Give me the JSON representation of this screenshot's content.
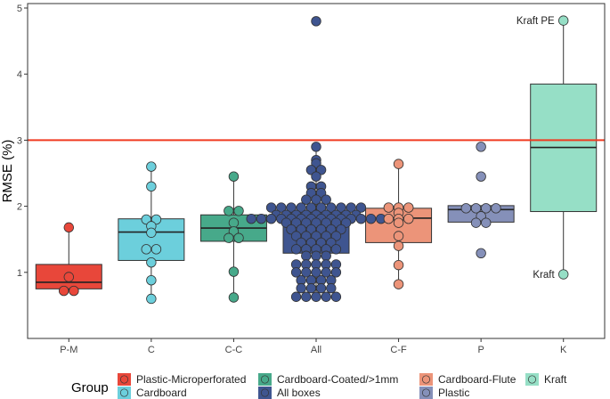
{
  "chart_data": {
    "type": "boxplot",
    "ylabel": "RMSE (%)",
    "ylim": [
      0,
      5
    ],
    "yticks": [
      1,
      2,
      3,
      4,
      5
    ],
    "reference_line": {
      "y": 3.0,
      "color": "#f03b20"
    },
    "legend": {
      "title": "Group",
      "position": "bottom",
      "entries": [
        {
          "label": "Plastic-Microperforated",
          "color": "#e8473a"
        },
        {
          "label": "Cardboard",
          "color": "#6ccfdc"
        },
        {
          "label": "Cardboard-Coated/>1mm",
          "color": "#47a98a"
        },
        {
          "label": "All boxes",
          "color": "#3f5590"
        },
        {
          "label": "Cardboard-Flute",
          "color": "#ec9479"
        },
        {
          "label": "Plastic",
          "color": "#8590b9"
        },
        {
          "label": "Kraft",
          "color": "#96dfc6"
        }
      ]
    },
    "groups": [
      {
        "label": "P-M",
        "color": "#e8473a",
        "box": {
          "q1": 0.75,
          "median": 0.85,
          "q3": 1.12,
          "whisker_low": 0.72,
          "whisker_high": 1.68
        },
        "points": [
          1.68,
          0.93,
          0.72,
          0.72
        ]
      },
      {
        "label": "C",
        "color": "#6ccfdc",
        "box": {
          "q1": 1.18,
          "median": 1.61,
          "q3": 1.81,
          "whisker_low": 0.6,
          "whisker_high": 2.6
        },
        "points": [
          2.6,
          2.3,
          1.8,
          1.8,
          1.7,
          1.6,
          1.35,
          1.35,
          1.15,
          0.88,
          0.6
        ]
      },
      {
        "label": "C-C",
        "color": "#47a98a",
        "box": {
          "q1": 1.47,
          "median": 1.67,
          "q3": 1.87,
          "whisker_low": 0.62,
          "whisker_high": 2.45
        },
        "points": [
          2.45,
          1.93,
          1.93,
          1.75,
          1.62,
          1.52,
          1.52,
          1.01,
          0.62
        ]
      },
      {
        "label": "All",
        "color": "#3f5590",
        "box": {
          "q1": 1.29,
          "median": 1.76,
          "q3": 1.92,
          "whisker_low": 0.63,
          "whisker_high": 2.9
        },
        "points": [
          4.8,
          2.9,
          2.7,
          2.65,
          2.55,
          2.55,
          2.45,
          2.3,
          2.3,
          2.2,
          2.2,
          2.1,
          2.1,
          2.1,
          1.98,
          1.98,
          1.98,
          1.98,
          1.98,
          1.98,
          1.98,
          1.98,
          1.98,
          1.98,
          1.87,
          1.87,
          1.87,
          1.87,
          1.87,
          1.87,
          1.87,
          1.87,
          1.87,
          1.81,
          1.81,
          1.81,
          1.81,
          1.81,
          1.81,
          1.81,
          1.81,
          1.81,
          1.81,
          1.81,
          1.81,
          1.81,
          1.81,
          1.75,
          1.75,
          1.75,
          1.75,
          1.75,
          1.75,
          1.75,
          1.65,
          1.65,
          1.65,
          1.65,
          1.65,
          1.65,
          1.55,
          1.55,
          1.55,
          1.55,
          1.55,
          1.45,
          1.45,
          1.45,
          1.45,
          1.35,
          1.35,
          1.35,
          1.35,
          1.35,
          1.25,
          1.25,
          1.25,
          1.12,
          1.12,
          1.12,
          1.12,
          1.12,
          1.0,
          1.0,
          1.0,
          1.0,
          1.0,
          0.88,
          0.88,
          0.88,
          0.88,
          0.76,
          0.76,
          0.76,
          0.76,
          0.63,
          0.63,
          0.63,
          0.63,
          0.63
        ]
      },
      {
        "label": "C-F",
        "color": "#ec9479",
        "box": {
          "q1": 1.45,
          "median": 1.82,
          "q3": 1.97,
          "whisker_low": 0.82,
          "whisker_high": 2.64
        },
        "points": [
          2.64,
          1.98,
          1.98,
          1.98,
          1.9,
          1.81,
          1.81,
          1.81,
          1.75,
          1.55,
          1.4,
          1.11,
          0.82
        ]
      },
      {
        "label": "P",
        "color": "#8590b9",
        "box": {
          "q1": 1.76,
          "median": 1.95,
          "q3": 2.01,
          "whisker_low": 1.74,
          "whisker_high": 2.01
        },
        "points": [
          2.9,
          2.45,
          1.97,
          1.97,
          1.97,
          1.97,
          1.85,
          1.75,
          1.75,
          1.29
        ]
      },
      {
        "label": "K",
        "color": "#96dfc6",
        "box": {
          "q1": 1.92,
          "median": 2.89,
          "q3": 3.85,
          "whisker_low": 0.97,
          "whisker_high": 4.81
        },
        "points": [
          4.81,
          0.97
        ],
        "annotations": [
          {
            "y": 4.81,
            "text": "Kraft PE"
          },
          {
            "y": 0.97,
            "text": "Kraft"
          }
        ]
      }
    ]
  }
}
